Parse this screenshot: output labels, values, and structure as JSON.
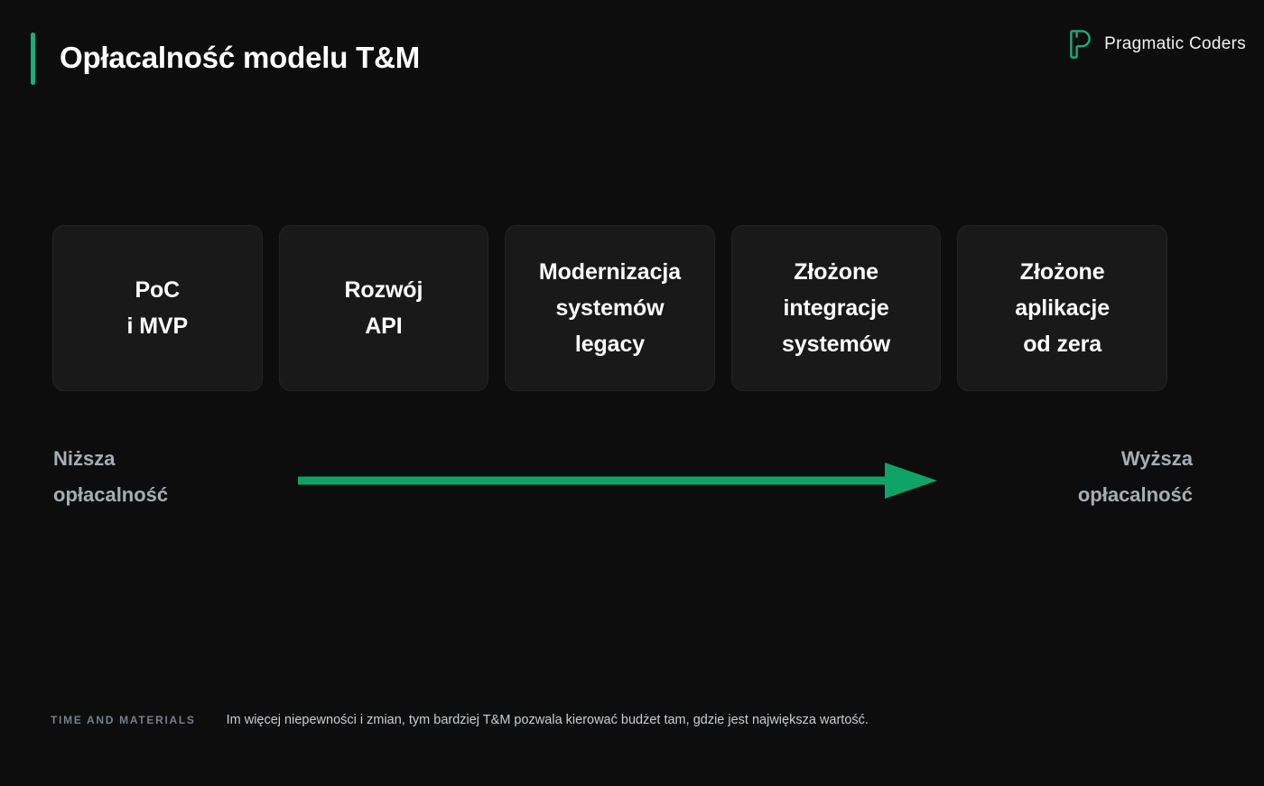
{
  "slide": {
    "background_color": "#0d0d0d",
    "accent_color": "#16b07a"
  },
  "header": {
    "title": "Opłacalność modelu T&M",
    "accent_bar_color": "#16b07a",
    "brand": {
      "mark_icon": "pragmatic-coders-p-logo-icon",
      "name": "Pragmatic Coders",
      "mark_color": "#16b07a"
    }
  },
  "cards": [
    {
      "label": "PoC\ni MVP"
    },
    {
      "label": "Rozwój\nAPI"
    },
    {
      "label": "Modernizacja\nsystemów\nlegacy"
    },
    {
      "label": "Złożone\nintegracje\nsystemów"
    },
    {
      "label": "Złożone\naplikacje\nod zera"
    }
  ],
  "scale": {
    "left_label": "Niższa\nopłacalność",
    "right_label": "Wyższa\nopłacalność",
    "arrow_icon": "right-arrow-icon",
    "arrow_color": "#0fa368"
  },
  "footer": {
    "kicker": "TIME AND MATERIALS",
    "note": "Im więcej niepewności i zmian, tym bardziej T&M pozwala kierować budżet tam, gdzie jest największa wartość."
  }
}
